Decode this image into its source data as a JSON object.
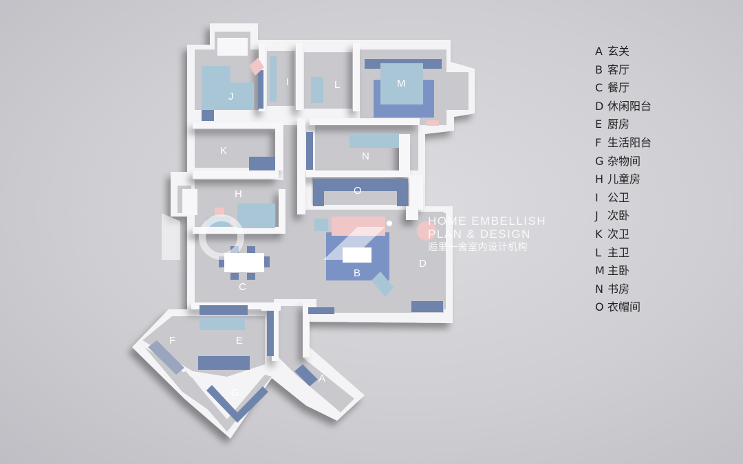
{
  "legend": [
    {
      "key": "A",
      "name": "玄关"
    },
    {
      "key": "B",
      "name": "客厅"
    },
    {
      "key": "C",
      "name": "餐厅"
    },
    {
      "key": "D",
      "name": "休闲阳台"
    },
    {
      "key": "E",
      "name": "厨房"
    },
    {
      "key": "F",
      "name": "生活阳台"
    },
    {
      "key": "G",
      "name": "杂物间"
    },
    {
      "key": "H",
      "name": "儿童房"
    },
    {
      "key": "I",
      "name": "公卫"
    },
    {
      "key": "J",
      "name": "次卧"
    },
    {
      "key": "K",
      "name": "次卫"
    },
    {
      "key": "L",
      "name": "主卫"
    },
    {
      "key": "M",
      "name": "主卧"
    },
    {
      "key": "N",
      "name": "书房"
    },
    {
      "key": "O",
      "name": "衣帽间"
    }
  ],
  "room_labels": {
    "A": "A",
    "B": "B",
    "C": "C",
    "D": "D",
    "E": "E",
    "F": "F",
    "G": "G",
    "H": "H",
    "I": "I",
    "J": "J",
    "K": "K",
    "L": "L",
    "M": "M",
    "N": "N",
    "O": "O"
  },
  "watermark": {
    "line1": "HOME EMBELLISH",
    "line2": "PLAN & DESIGN",
    "line3": "逅里一舍室内设计机构"
  },
  "colors": {
    "wall": "#f4f4f6",
    "floor": "#c9c8cd",
    "furniture_blue": "#6f84ad",
    "furniture_light": "#a9c6d6",
    "rug_blue": "#7b93c4",
    "accent_pink": "#f1c6c6"
  }
}
